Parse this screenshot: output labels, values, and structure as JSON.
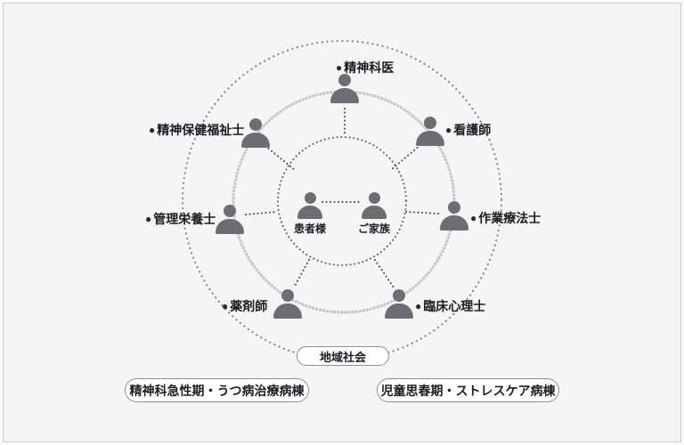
{
  "diagram": {
    "bullet": "●",
    "roles": [
      {
        "id": "psychiatrist",
        "label": "精神科医"
      },
      {
        "id": "social-worker",
        "label": "精神保健福祉士"
      },
      {
        "id": "nurse",
        "label": "看護師"
      },
      {
        "id": "dietitian",
        "label": "管理栄養士"
      },
      {
        "id": "occupational-therapist",
        "label": "作業療法士"
      },
      {
        "id": "pharmacist",
        "label": "薬剤師"
      },
      {
        "id": "clinical-psychologist",
        "label": "臨床心理士"
      }
    ],
    "center": {
      "patient_label": "患者様",
      "family_label": "ご家族"
    },
    "community_label": "地域社会",
    "wards": [
      {
        "label": "精神科急性期・うつ病治療病棟"
      },
      {
        "label": "児童思春期・ストレスケア病棟"
      }
    ],
    "colors": {
      "background": "#f5f5f6",
      "frame_border": "#cdcdd0",
      "person": "#6d6d73",
      "outer_circle": "#85858c",
      "middle_circle": "#c6c6cb",
      "inner_circle": "#5d5d64",
      "connector": "#46464d",
      "text": "#1c1c22"
    }
  }
}
